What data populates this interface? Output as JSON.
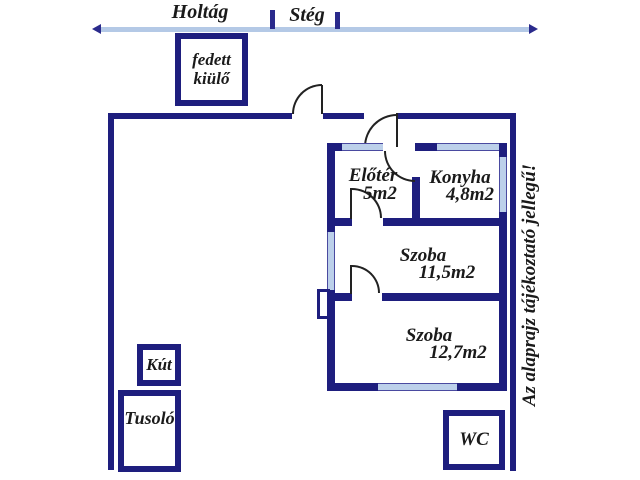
{
  "shore": {
    "waterway_label": "Holtág",
    "dock_label": "Stég"
  },
  "porch": {
    "label_line1": "fedett",
    "label_line2": "kiülő"
  },
  "rooms": [
    {
      "name": "Előtér",
      "area": "5m2"
    },
    {
      "name": "Konyha",
      "area": "4,8m2"
    },
    {
      "name": "Szoba",
      "area": "11,5m2"
    },
    {
      "name": "Szoba",
      "area": "12,7m2"
    }
  ],
  "outbuildings": {
    "well": "Kút",
    "shower": "Tusoló",
    "toilet": "WC"
  },
  "disclaimer": "Az alaprajz tájékoztató jellegű!",
  "colors": {
    "wall": "#1e1e7e",
    "window": "#bcd0ea",
    "water": "#b4c9e6",
    "door_line": "#222222",
    "text": "#1a1a1a"
  }
}
